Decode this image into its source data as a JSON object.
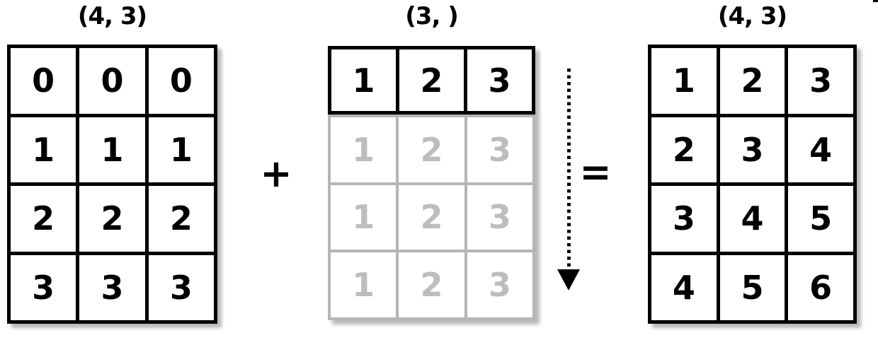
{
  "diagram": {
    "topic": "array broadcasting",
    "operation": "addition"
  },
  "left_matrix": {
    "shape_label": "(4, 3)",
    "rows": [
      [
        "0",
        "0",
        "0"
      ],
      [
        "1",
        "1",
        "1"
      ],
      [
        "2",
        "2",
        "2"
      ],
      [
        "3",
        "3",
        "3"
      ]
    ]
  },
  "middle_matrix": {
    "shape_label": "(3, )",
    "solid_row": [
      "1",
      "2",
      "3"
    ],
    "broadcast_rows": [
      [
        "1",
        "2",
        "3"
      ],
      [
        "1",
        "2",
        "3"
      ],
      [
        "1",
        "2",
        "3"
      ]
    ]
  },
  "right_matrix": {
    "shape_label": "(4, 3)",
    "rows": [
      [
        "1",
        "2",
        "3"
      ],
      [
        "2",
        "3",
        "4"
      ],
      [
        "3",
        "4",
        "5"
      ],
      [
        "4",
        "5",
        "6"
      ]
    ]
  },
  "operators": {
    "plus": "+",
    "equals": "="
  },
  "icons": {
    "broadcast_arrow": "dotted-arrow-down"
  },
  "colors": {
    "ink": "#000000",
    "background": "#ffffff",
    "broadcast_gray_lines": "#b5b5b5",
    "broadcast_gray_text": "#bdbdbd"
  }
}
